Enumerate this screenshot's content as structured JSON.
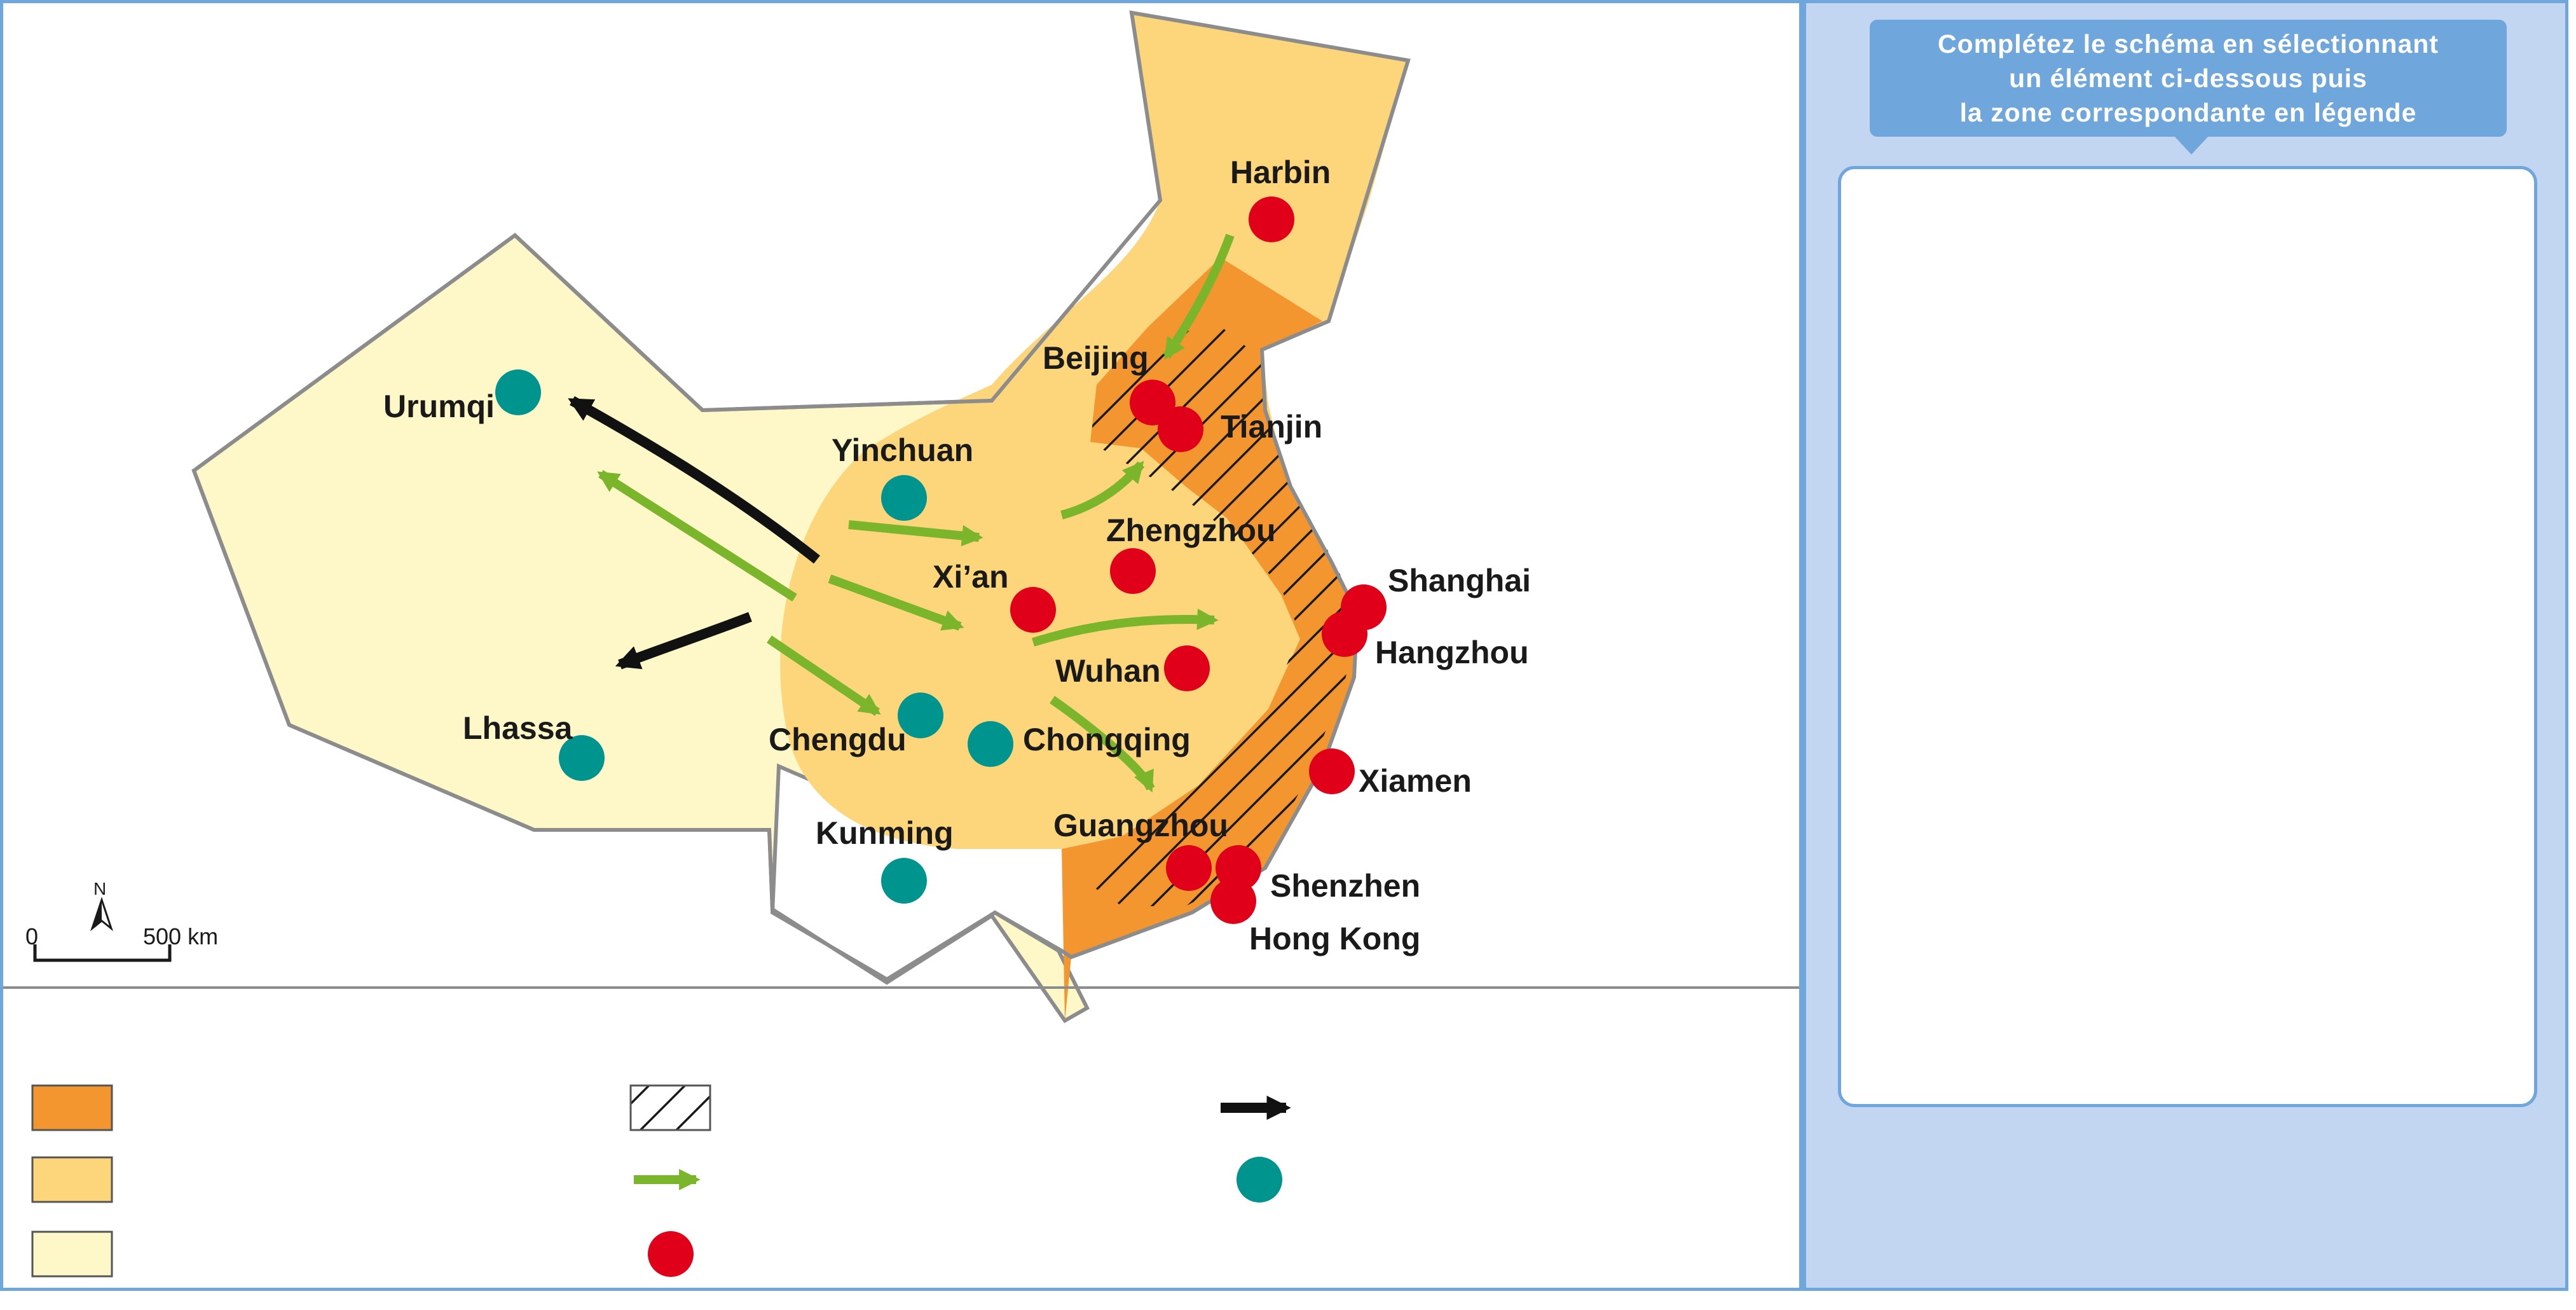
{
  "instruction": {
    "line1": "Complétez le schéma en sélectionnant",
    "line2": "un élément ci-dessous puis",
    "line3": "la zone correspondante en légende"
  },
  "colors": {
    "coast_orange": "#f3962f",
    "middle_orange": "#fdd57a",
    "west_yellow": "#fef7c8",
    "flow_green": "#7ab52c",
    "flow_black": "#111111",
    "city_red": "#e1001a",
    "city_teal": "#00948f",
    "panel_blue": "#6fa6dc",
    "panel_bg": "#c2d6f1"
  },
  "cities": {
    "harbin": "Harbin",
    "beijing": "Beijing",
    "tianjin": "Tianjin",
    "urumqi": "Urumqi",
    "yinchuan": "Yinchuan",
    "zhengzhou": "Zhengzhou",
    "xian": "Xi’an",
    "shanghai": "Shanghai",
    "hangzhou": "Hangzhou",
    "wuhan": "Wuhan",
    "lhassa": "Lhassa",
    "chengdu": "Chengdu",
    "chongqing": "Chongqing",
    "xiamen": "Xiamen",
    "kunming": "Kunming",
    "guangzhou": "Guangzhou",
    "shenzhen": "Shenzhen",
    "hongkong": "Hong Kong"
  },
  "scale": {
    "zero": "0",
    "distance": "500 km",
    "north": "N"
  }
}
